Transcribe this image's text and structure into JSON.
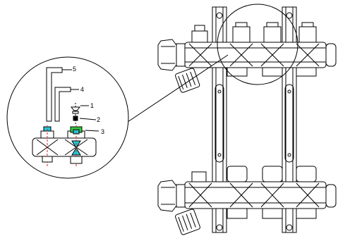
{
  "diagram": {
    "callout_labels": [
      "5",
      "4",
      "1",
      "2",
      "3"
    ],
    "colors": {
      "line": "#000000",
      "highlight_green": "#2ecc40",
      "highlight_cyan": "#20c8d8",
      "highlight_red": "#e02020",
      "background": "#ffffff"
    }
  }
}
